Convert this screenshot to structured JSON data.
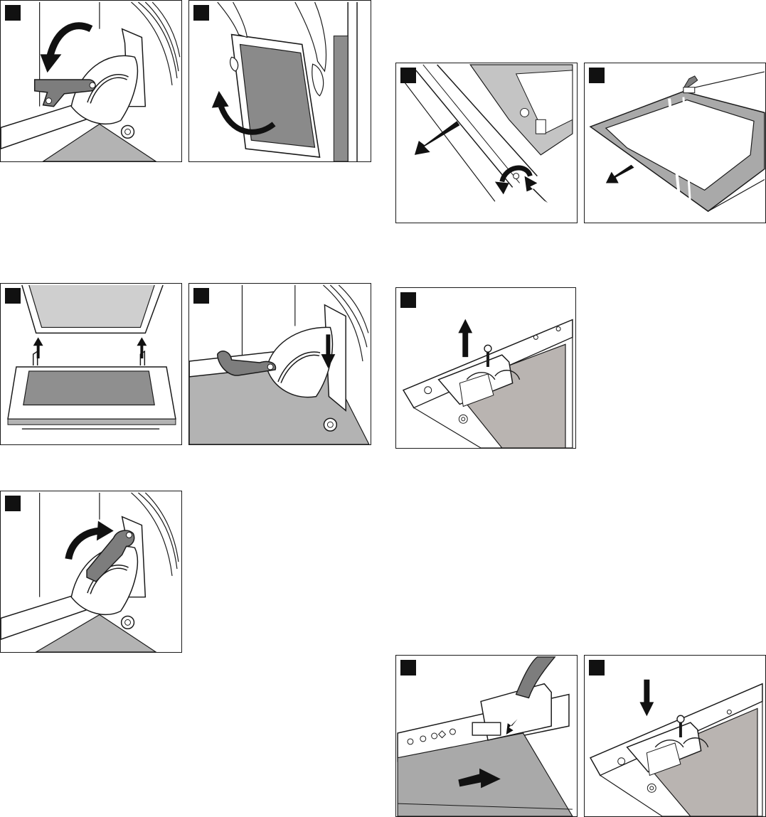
{
  "colors": {
    "line": "#1a1a1a",
    "part_fill": "#7d7d7d",
    "surface_fill": "#b3b3b3",
    "glass_fill": "#a9a9a9",
    "background": "#ffffff"
  },
  "panels": [
    {
      "id": "p1",
      "icon": "hinge-lever-open-icon"
    },
    {
      "id": "p2",
      "icon": "lift-out-door-pane-icon"
    },
    {
      "id": "p3",
      "icon": "pull-off-door-cover-icon"
    },
    {
      "id": "p4",
      "icon": "remove-glass-pane-icon"
    },
    {
      "id": "p5",
      "icon": "insert-door-pane-icon"
    },
    {
      "id": "p6",
      "icon": "hinge-lever-press-down-icon"
    },
    {
      "id": "p7",
      "icon": "remove-screw-bracket-icon"
    },
    {
      "id": "p8",
      "icon": "hinge-lever-close-icon"
    },
    {
      "id": "p9",
      "icon": "slide-glass-into-holder-icon"
    },
    {
      "id": "p10",
      "icon": "insert-screw-bracket-icon"
    }
  ]
}
